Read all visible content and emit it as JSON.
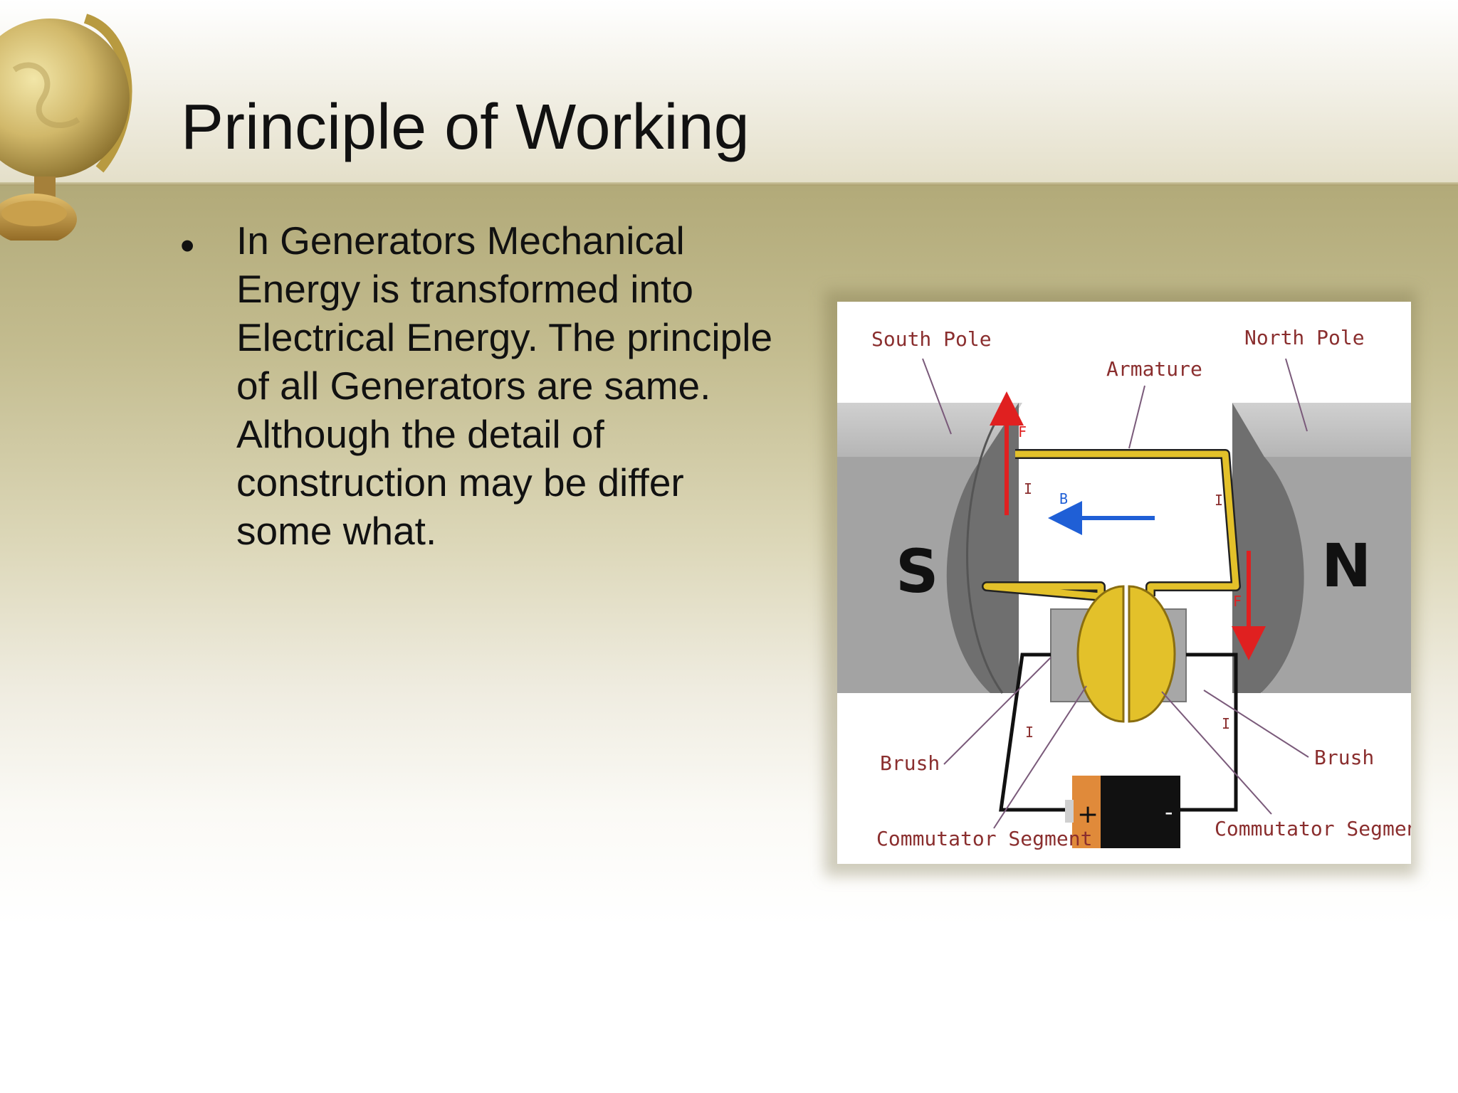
{
  "slide": {
    "title": "Principle of Working",
    "bullet_marker": "•",
    "bullet_text": "In Generators Mechanical Energy is transformed into Electrical Energy. The principle of all Generators are same. Although the detail of construction may be differ some what."
  },
  "diagram": {
    "labels": {
      "south_pole": "South Pole",
      "north_pole": "North Pole",
      "armature": "Armature",
      "brush_left": "Brush",
      "brush_right": "Brush",
      "commutator_left": "Commutator Segment",
      "commutator_right": "Commutator Segment",
      "pole_s": "S",
      "pole_n": "N",
      "force_top": "F",
      "force_bottom": "F",
      "field": "B",
      "current_1": "I",
      "current_2": "I",
      "current_3": "I",
      "current_4": "I",
      "battery_plus": "+",
      "battery_minus": "-"
    },
    "colors": {
      "magnet": "#a3a3a3",
      "pole_face": "#707070",
      "armature": "#e3c12a",
      "force_arrow": "#e02020",
      "field_arrow": "#1f5fd6",
      "battery_positive": "#e08a3a",
      "battery_negative": "#111111",
      "label_text": "#8a2e2e"
    }
  }
}
